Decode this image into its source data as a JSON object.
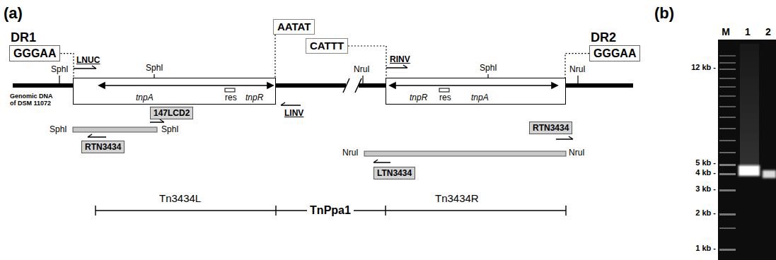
{
  "diagram": {
    "nodes": [
      {
        "text": [
          "DR1",
          "GGGAA"
        ]
      },
      {
        "text": [
          "AATAT"
        ]
      },
      {
        "text": [
          "CATTT"
        ]
      },
      {
        "text": [
          "DR2",
          "GGGAA"
        ]
      },
      {
        "text": [
          "tnpA",
          "res",
          "tnpR"
        ]
      },
      {
        "text": [
          "tnpR",
          "res",
          "tnpA"
        ]
      },
      {
        "text": [
          "147LCD2"
        ]
      },
      {
        "text": [
          "RTN3434"
        ]
      },
      {
        "text": [
          "LTN3434"
        ]
      },
      {
        "text": [
          "RTN3434"
        ]
      }
    ],
    "edges": [
      {
        "from": 0,
        "to": 4,
        "arrow": "none"
      },
      {
        "from": 1,
        "to": 4,
        "arrow": "none"
      },
      {
        "from": 2,
        "to": 5,
        "arrow": "none"
      },
      {
        "from": 3,
        "to": 5,
        "arrow": "none"
      }
    ],
    "labels": [
      "(a)",
      "(b)",
      "LNUC",
      "SphI",
      "SphI",
      "Genomic DNA of DSM 11072",
      "SphI",
      "SphI",
      "LINV",
      "RINV",
      "NruI",
      "SphI",
      "NruI",
      "NruI",
      "NruI",
      "Tn3434L",
      "TnPpa1",
      "Tn3434R",
      "M",
      "1",
      "2",
      "12 kb -",
      "5 kb -",
      "4 kb -",
      "3 kb -",
      "2 kb -",
      "1 kb -"
    ]
  }
}
